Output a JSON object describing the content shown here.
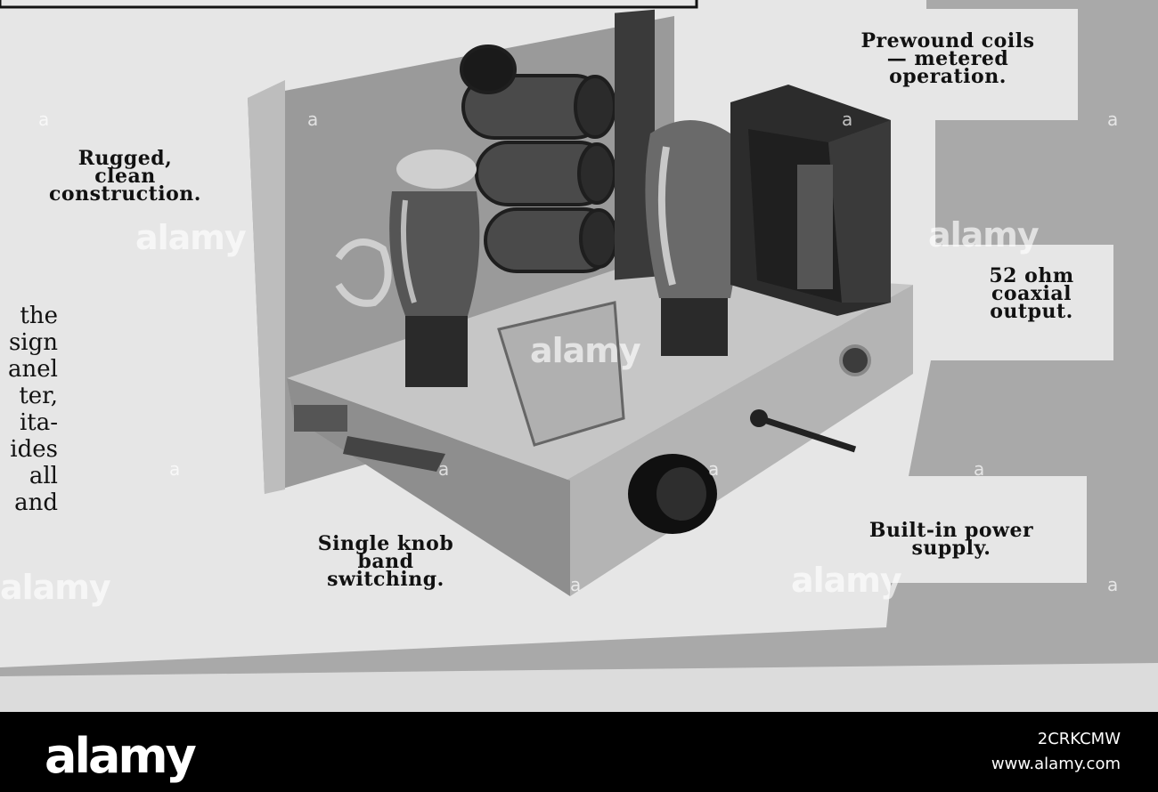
{
  "callouts": {
    "rugged": "Rugged,\nclean\nconstruction.",
    "coils": "Prewound coils\n— metered\noperation.",
    "coax": "52 ohm\ncoaxial\noutput.",
    "power": "Built-in power\nsupply.",
    "switching": "Single knob\nband\nswitching."
  },
  "body_text_fragments": [
    "the",
    "sign",
    "anel",
    "ter,",
    "ita-",
    "ides",
    "all",
    "and"
  ],
  "watermark": {
    "text": "alamy",
    "footer_logo": "alamy",
    "image_id": "2CRKCMW",
    "url": "www.alamy.com"
  },
  "colors": {
    "paper": "#e6e6e6",
    "ink": "#111111",
    "shadow_gray": "#a9a9a9",
    "footer": "#000000"
  }
}
